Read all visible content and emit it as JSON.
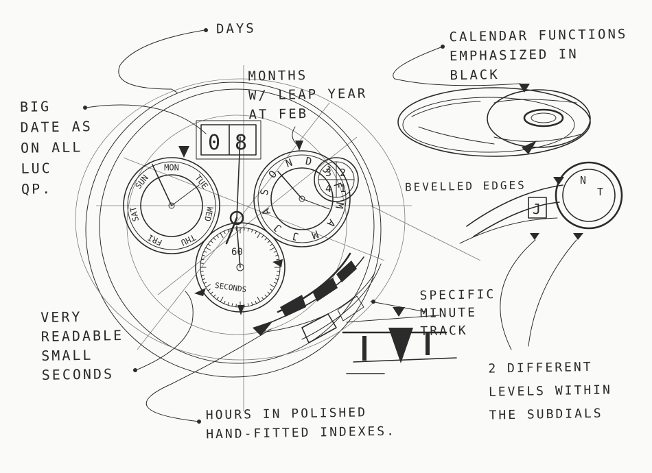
{
  "annotations": {
    "days": "DAYS",
    "calendar": "CALENDAR FUNCTIONS\nEMPHASIZED IN\nBLACK",
    "months": "MONTHS\nW/ LEAP YEAR\nAT FEB",
    "big_date": "BIG\nDATE AS\nON ALL\nLUC\nQP.",
    "bevelled": "BEVELLED EDGES",
    "readable_seconds": "VERY\nREADABLE\nSMALL\nSECONDS",
    "minute_track": "SPECIFIC\nMINUTE\nTRACK",
    "two_levels": "2 DIFFERENT\nLEVELS WITHIN\nTHE SUBDIALS",
    "hours_indexes": "HOURS IN POLISHED\nHAND-FITTED INDEXES."
  },
  "dial": {
    "date_digit_1": "0",
    "date_digit_2": "8",
    "seconds_top": "60",
    "seconds_label": "SECONDS",
    "day_labels": [
      "MON",
      "TUE",
      "WED",
      "THU",
      "FRI",
      "SAT",
      "SUN"
    ],
    "month_letters": [
      "O",
      "N",
      "D",
      "J",
      "F",
      "M",
      "A",
      "M",
      "J",
      "J",
      "A",
      "S"
    ],
    "leap_digits": [
      "3",
      "2",
      "4",
      "1"
    ],
    "detail_index": "J",
    "detail_letters": [
      "N",
      "T"
    ]
  },
  "ink_color": "#2b2b2b",
  "paper_color": "#fafaf8"
}
